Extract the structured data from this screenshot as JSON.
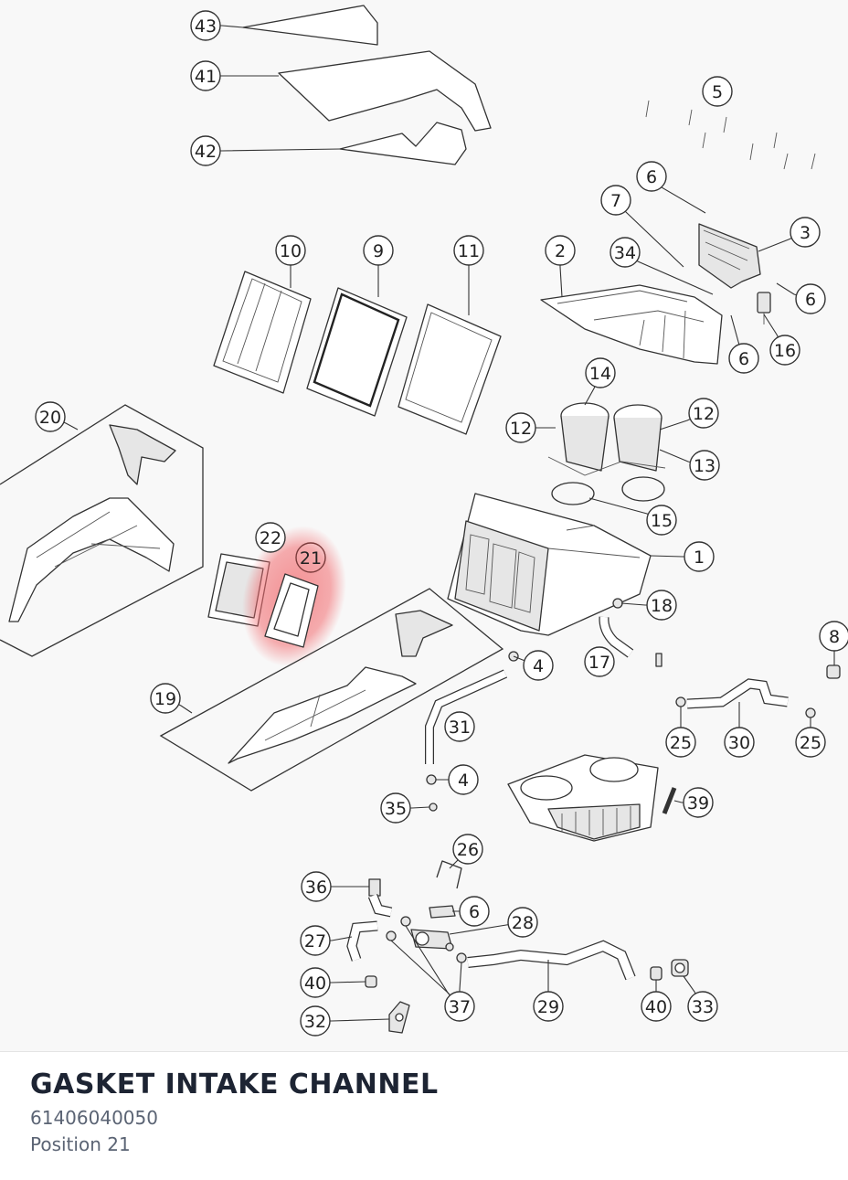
{
  "diagram": {
    "highlighted_callout": "21",
    "highlight_color": "#f0787a",
    "callouts": [
      "43",
      "41",
      "42",
      "5",
      "6",
      "7",
      "3",
      "34",
      "2",
      "6",
      "16",
      "6",
      "10",
      "9",
      "11",
      "14",
      "12",
      "12",
      "13",
      "15",
      "20",
      "22",
      "21",
      "1",
      "18",
      "17",
      "8",
      "4",
      "19",
      "31",
      "25",
      "30",
      "25",
      "4",
      "39",
      "35",
      "26",
      "36",
      "6",
      "28",
      "27",
      "37",
      "29",
      "40",
      "33",
      "40",
      "32"
    ]
  },
  "footer": {
    "title": "GASKET INTAKE CHANNEL",
    "part_number": "61406040050",
    "position": "Position 21"
  }
}
